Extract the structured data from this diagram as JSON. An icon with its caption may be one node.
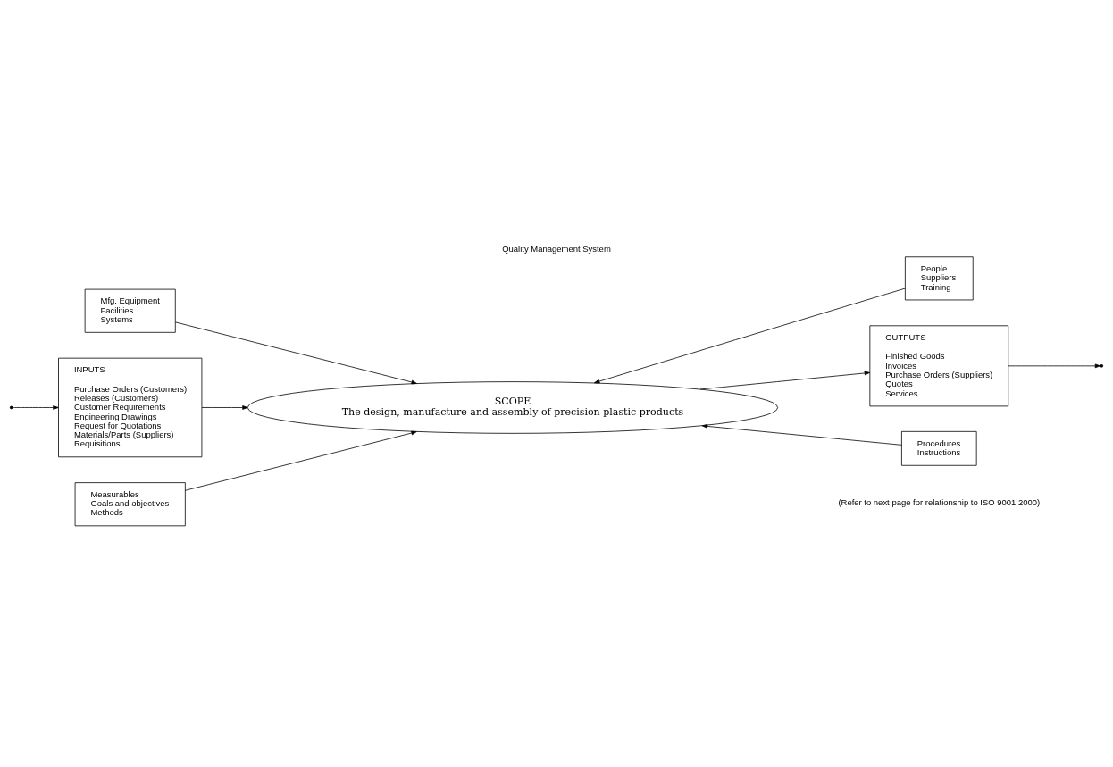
{
  "diagram": {
    "title": "Quality Management System",
    "caption": "(Refer to next page for relationship to ISO 9001:2000)",
    "nodes": [
      {
        "text": [
          "Mfg. Equipment",
          "Facilities",
          "Systems"
        ]
      },
      {
        "text": [
          "People",
          "Suppliers",
          "Training"
        ]
      },
      {
        "text": [
          "INPUTS",
          "Purchase Orders (Customers)",
          "Releases (Customers)",
          "Customer Requirements",
          "Engineering Drawings",
          "Request for Quotations",
          "Materials/Parts (Suppliers)",
          "Requisitions"
        ]
      },
      {
        "text": [
          "SCOPE",
          "The design, manufacture and assembly of precision plastic products"
        ]
      },
      {
        "text": [
          "OUTPUTS",
          "Finished Goods",
          "Invoices",
          "Purchase Orders (Suppliers)",
          "Quotes",
          "Services"
        ]
      },
      {
        "text": [
          "Measurables",
          "Goals and objectives",
          "Methods"
        ]
      },
      {
        "text": [
          "Procedures",
          "Instructions"
        ]
      }
    ],
    "edges": [
      {
        "from": 0,
        "to": 3,
        "arrow": "to"
      },
      {
        "from": 1,
        "to": 3,
        "arrow": "to"
      },
      {
        "from": null,
        "to": 2,
        "arrow": "to"
      },
      {
        "from": 2,
        "to": 3,
        "arrow": "to"
      },
      {
        "from": 3,
        "to": 4,
        "arrow": "to"
      },
      {
        "from": 4,
        "to": null,
        "arrow": "to"
      },
      {
        "from": 5,
        "to": 3,
        "arrow": "to"
      },
      {
        "from": 6,
        "to": 3,
        "arrow": "to"
      }
    ]
  }
}
